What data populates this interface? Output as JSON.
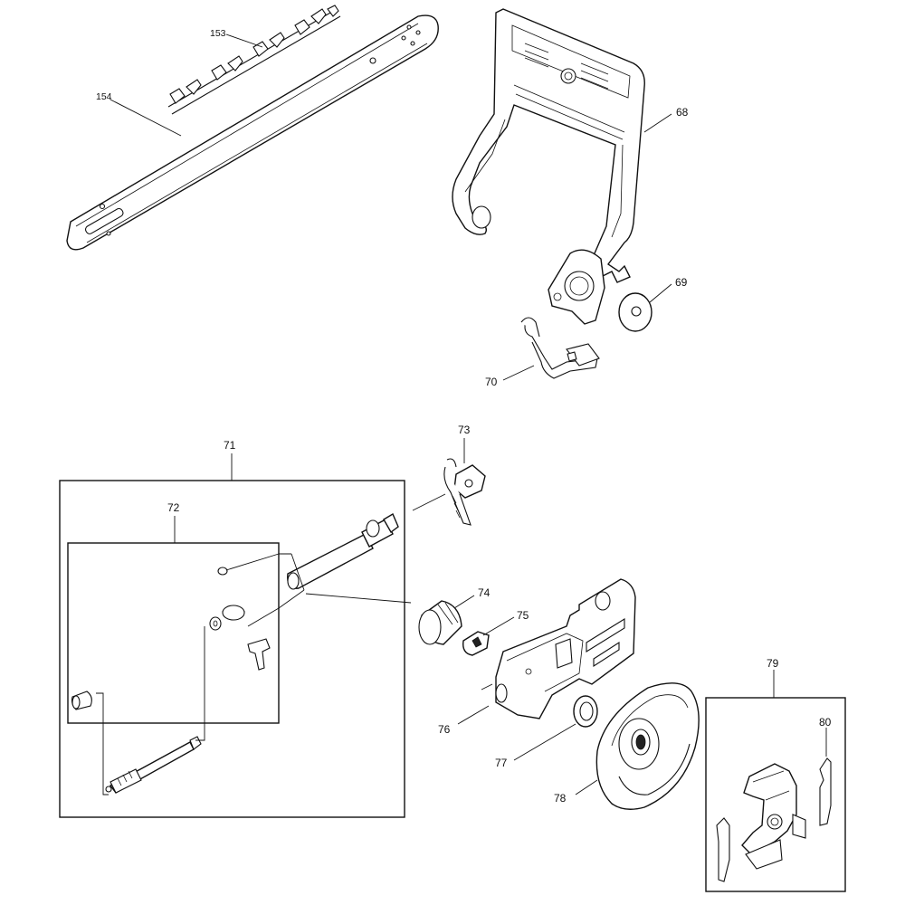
{
  "callouts": {
    "c153": "153",
    "c154": "154",
    "c68": "68",
    "c69": "69",
    "c70": "70",
    "c71": "71",
    "c72": "72",
    "c73": "73",
    "c74": "74",
    "c75": "75",
    "c76": "76",
    "c77": "77",
    "c78": "78",
    "c79": "79",
    "c80": "80"
  }
}
